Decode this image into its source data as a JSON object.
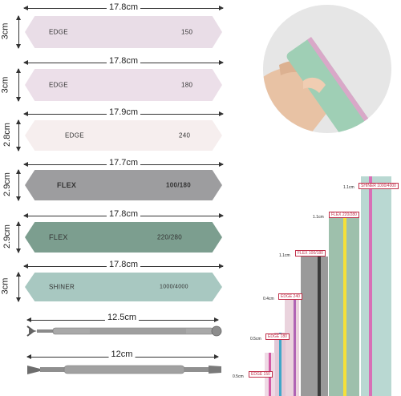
{
  "files": [
    {
      "length": "17.8cm",
      "height": "3cm",
      "left_text": "EDGE",
      "right_text": "150",
      "color": "#e9dde7"
    },
    {
      "length": "17.8cm",
      "height": "3cm",
      "left_text": "EDGE",
      "right_text": "180",
      "color": "#ecdfe9"
    },
    {
      "length": "17.9cm",
      "height": "2.8cm",
      "left_text": "EDGE",
      "right_text": "240",
      "color": "#f6eeee"
    },
    {
      "length": "17.7cm",
      "height": "2.9cm",
      "left_text": "FLEX",
      "right_text": "100/180",
      "color": "#9d9d9f"
    },
    {
      "length": "17.8cm",
      "height": "2.9cm",
      "left_text": "FLEX",
      "right_text": "220/280",
      "color": "#7c9e8f"
    },
    {
      "length": "17.8cm",
      "height": "3cm",
      "left_text": "SHINER",
      "right_text": "1000/4000",
      "color": "#a8c8c1"
    }
  ],
  "tools": [
    {
      "length": "12.5cm"
    },
    {
      "length": "12cm"
    }
  ],
  "stack": [
    {
      "thickness": "0.5cm",
      "label": "EDGE 150"
    },
    {
      "thickness": "0.5cm",
      "label": "EDGE 180"
    },
    {
      "thickness": "0.4cm",
      "label": "EDGE 240"
    },
    {
      "thickness": "1.1cm",
      "label": "FLEX 100/180"
    },
    {
      "thickness": "1.1cm",
      "label": "FLEX 220/280"
    },
    {
      "thickness": "1.1cm",
      "label": "SHINER 1000/4000"
    }
  ]
}
